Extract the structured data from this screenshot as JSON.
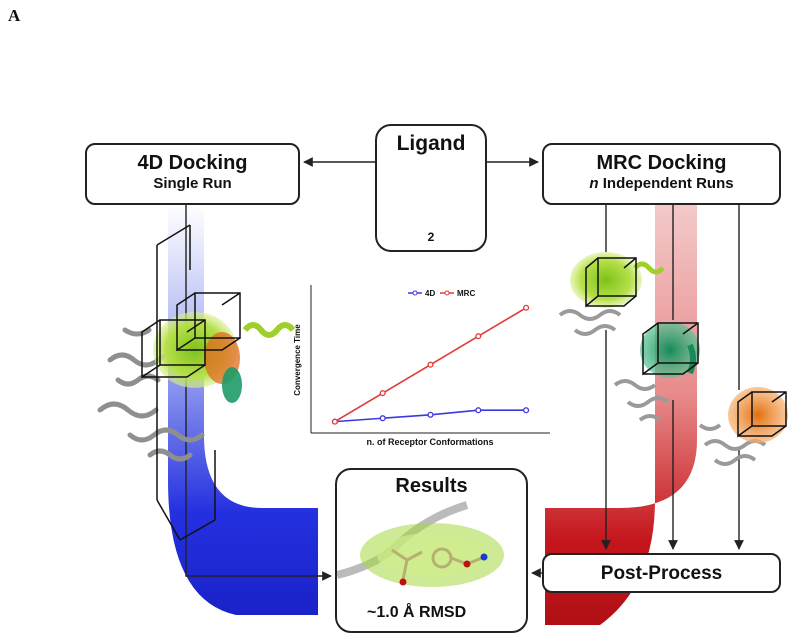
{
  "panel_letter": "A",
  "left_box": {
    "title": "4D Docking",
    "subtitle": "Single Run"
  },
  "right_box": {
    "title": "MRC Docking",
    "subtitle_italic": "n",
    "subtitle_rest": " Independent Runs"
  },
  "ligand_box": {
    "title": "Ligand",
    "number": "2"
  },
  "results_box": {
    "title": "Results",
    "rmsd": "~1.0 Å RMSD"
  },
  "post_box": {
    "title": "Post-Process"
  },
  "colors": {
    "blue_band": "#1f2bdc",
    "red_band": "#c4161c",
    "line_4d": "#3a3adf",
    "line_mrc": "#e23a3a",
    "surface_green": "#9fd02a",
    "surface_teal": "#22a06b",
    "surface_orange": "#f08a2a"
  },
  "icons": [
    "protein-ribbon-icon",
    "ligand-ball-stick-icon",
    "grid-box-icon",
    "molecular-surface-icon"
  ],
  "chart_data": {
    "type": "line",
    "xlabel": "n. of Receptor Conformations",
    "ylabel": "Convergence Time",
    "x": [
      1,
      2,
      3,
      4,
      5
    ],
    "series": [
      {
        "name": "4D",
        "values": [
          1.0,
          1.3,
          1.6,
          2.0,
          2.0
        ]
      },
      {
        "name": "MRC",
        "values": [
          1.0,
          3.5,
          6.0,
          8.5,
          11.0
        ]
      }
    ],
    "ylim": [
      0,
      13
    ],
    "xlim": [
      0.5,
      5.5
    ],
    "legend": "top-center",
    "grid": false
  }
}
